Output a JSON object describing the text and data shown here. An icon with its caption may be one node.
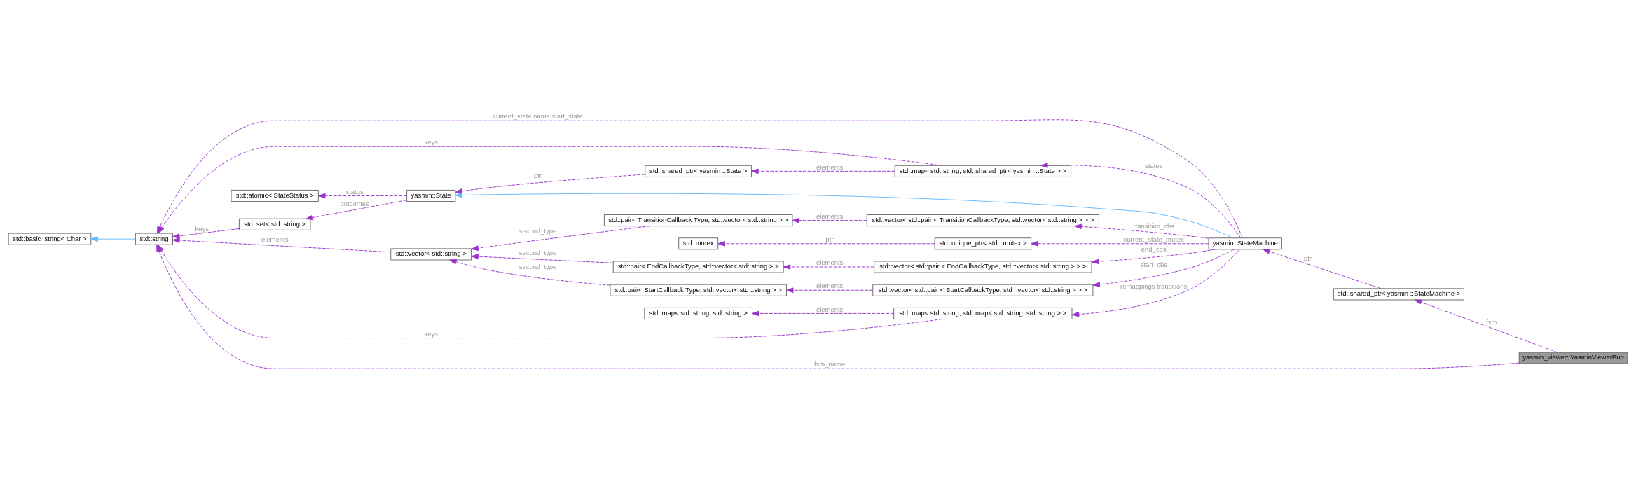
{
  "diagram": {
    "nodes": [
      {
        "text": [
          "yasmin_viewer::YasminViewerPub"
        ]
      },
      {
        "text": [
          "std::shared_ptr< yasmin ::StateMachine >"
        ]
      },
      {
        "text": [
          "yasmin::StateMachine"
        ]
      },
      {
        "text": [
          "std::map< std::string, std::shared_ptr< yasmin ::State > >"
        ]
      },
      {
        "text": [
          "std::vector< std::pair < StartCallbackType, std ::vector< std::string > > >"
        ]
      },
      {
        "text": [
          "std::vector< std::pair < TransitionCallbackType, std::vector< std::string > > >"
        ]
      },
      {
        "text": [
          "std::unique_ptr< std ::mutex >"
        ]
      },
      {
        "text": [
          "std::vector< std::pair < EndCallbackType, std ::vector< std::string > > >"
        ]
      },
      {
        "text": [
          "std::shared_ptr< yasmin ::State >"
        ]
      },
      {
        "text": [
          "std::pair< StartCallback Type, std::vector< std ::string > >"
        ]
      },
      {
        "text": [
          "std::pair< TransitionCallback Type, std::vector< std::string > >"
        ]
      },
      {
        "text": [
          "std::mutex"
        ]
      },
      {
        "text": [
          "std::pair< EndCallbackType, std::vector< std::string > >"
        ]
      },
      {
        "text": [
          "yasmin::State"
        ]
      },
      {
        "text": [
          "std::vector< std::string >"
        ]
      },
      {
        "text": [
          "std::set< std::string >"
        ]
      },
      {
        "text": [
          "std::atomic< StateStatus >"
        ]
      },
      {
        "text": [
          "std::map< std::string, std::map< std::string, std::string > >"
        ]
      },
      {
        "text": [
          "std::map< std::string, std::string >"
        ]
      },
      {
        "text": [
          "std::string"
        ]
      },
      {
        "text": [
          "std::basic_string< Char >"
        ]
      }
    ],
    "edges": [
      {
        "from": 0,
        "to": 19,
        "arrow": "to",
        "label": "fsm_name",
        "style": "dashed"
      },
      {
        "from": 0,
        "to": 1,
        "arrow": "to",
        "label": "fsm",
        "style": "dashed"
      },
      {
        "from": 1,
        "to": 2,
        "arrow": "to",
        "label": "ptr",
        "style": "dashed"
      },
      {
        "from": 2,
        "to": 17,
        "arrow": "to",
        "label": "remappings transitions",
        "style": "dashed"
      },
      {
        "from": 2,
        "to": 19,
        "arrow": "to",
        "label": "current_state name start_state",
        "style": "dashed"
      },
      {
        "from": 2,
        "to": 3,
        "arrow": "to",
        "label": "states",
        "style": "dashed"
      },
      {
        "from": 2,
        "to": 13,
        "arrow": "to",
        "color": "#63b8ff"
      },
      {
        "from": 2,
        "to": 4,
        "arrow": "to",
        "label": "start_cbs",
        "style": "dashed"
      },
      {
        "from": 2,
        "to": 5,
        "arrow": "to",
        "label": "transition_cbs",
        "style": "dashed"
      },
      {
        "from": 2,
        "to": 6,
        "arrow": "to",
        "label": "current_state_mutex",
        "style": "dashed"
      },
      {
        "from": 2,
        "to": 7,
        "arrow": "to",
        "label": "end_cbs",
        "style": "dashed"
      },
      {
        "from": 3,
        "to": 19,
        "arrow": "to",
        "label": "keys",
        "style": "dashed"
      },
      {
        "from": 3,
        "to": 8,
        "arrow": "to",
        "label": "elements",
        "style": "dashed"
      },
      {
        "from": 8,
        "to": 13,
        "arrow": "to",
        "label": "ptr",
        "style": "dashed"
      },
      {
        "from": 13,
        "to": 15,
        "arrow": "to",
        "label": "outcomes",
        "style": "dashed"
      },
      {
        "from": 13,
        "to": 16,
        "arrow": "to",
        "label": "status",
        "style": "dashed"
      },
      {
        "from": 4,
        "to": 9,
        "arrow": "to",
        "label": "elements",
        "style": "dashed"
      },
      {
        "from": 5,
        "to": 10,
        "arrow": "to",
        "label": "elements",
        "style": "dashed"
      },
      {
        "from": 6,
        "to": 11,
        "arrow": "to",
        "label": "ptr",
        "style": "dashed"
      },
      {
        "from": 7,
        "to": 12,
        "arrow": "to",
        "label": "elements",
        "style": "dashed"
      },
      {
        "from": 9,
        "to": 14,
        "arrow": "to",
        "label": "second_type",
        "style": "dashed"
      },
      {
        "from": 10,
        "to": 14,
        "arrow": "to",
        "label": "second_type",
        "style": "dashed"
      },
      {
        "from": 12,
        "to": 14,
        "arrow": "to",
        "label": "second_type",
        "style": "dashed"
      },
      {
        "from": 14,
        "to": 19,
        "arrow": "to",
        "label": "elements",
        "style": "dashed"
      },
      {
        "from": 15,
        "to": 19,
        "arrow": "to",
        "label": "keys",
        "style": "dashed"
      },
      {
        "from": 17,
        "to": 19,
        "arrow": "to",
        "label": "keys",
        "style": "dashed"
      },
      {
        "from": 17,
        "to": 18,
        "arrow": "to",
        "label": "elements",
        "style": "dashed"
      },
      {
        "from": 19,
        "to": 20,
        "arrow": "to",
        "color": "#63b8ff"
      }
    ]
  }
}
